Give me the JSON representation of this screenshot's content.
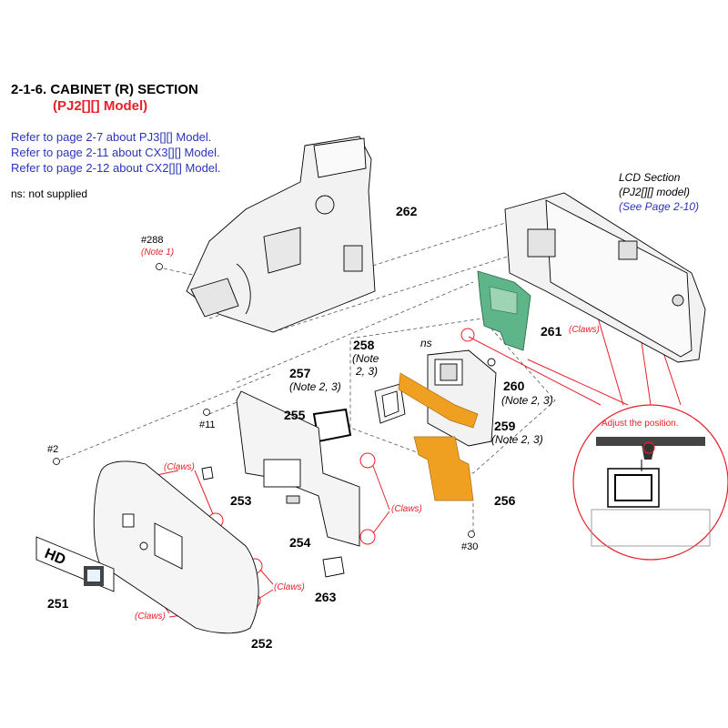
{
  "heading": {
    "title": "2-1-6. CABINET (R) SECTION",
    "model": "(PJ2[][] Model)",
    "refs": [
      "Refer to page 2-7 about PJ3[][] Model.",
      "Refer to page 2-11 about CX3[][] Model.",
      "Refer to page 2-12 about CX2[][] Model."
    ],
    "ns_note": "ns: not supplied"
  },
  "lcd_section": {
    "title": "LCD Section",
    "model": "(PJ2[][] model)",
    "see": "(See Page 2-10)"
  },
  "parts": {
    "p251": "251",
    "p252": "252",
    "p253": "253",
    "p254": "254",
    "p255": "255",
    "p256": "256",
    "p257": "257",
    "p258": "258",
    "p259": "259",
    "p260": "260",
    "p261": "261",
    "p262": "262",
    "p263": "263"
  },
  "screws": {
    "s288": "#288",
    "s11": "#11",
    "s2": "#2",
    "s30": "#30"
  },
  "notes": {
    "note1": "(Note 1)",
    "note23": "(Note 2, 3)",
    "note258a": "(Note",
    "note258b": "2, 3)",
    "ns": "ns",
    "claws": "(Claws)",
    "adjust": "Adjust the position."
  },
  "colors": {
    "title_red": "#e8202a",
    "ref_blue": "#2a36b8",
    "board_green": "#5fb58a",
    "flex_orange": "#f0a020",
    "callout_red": "#e8202a"
  }
}
